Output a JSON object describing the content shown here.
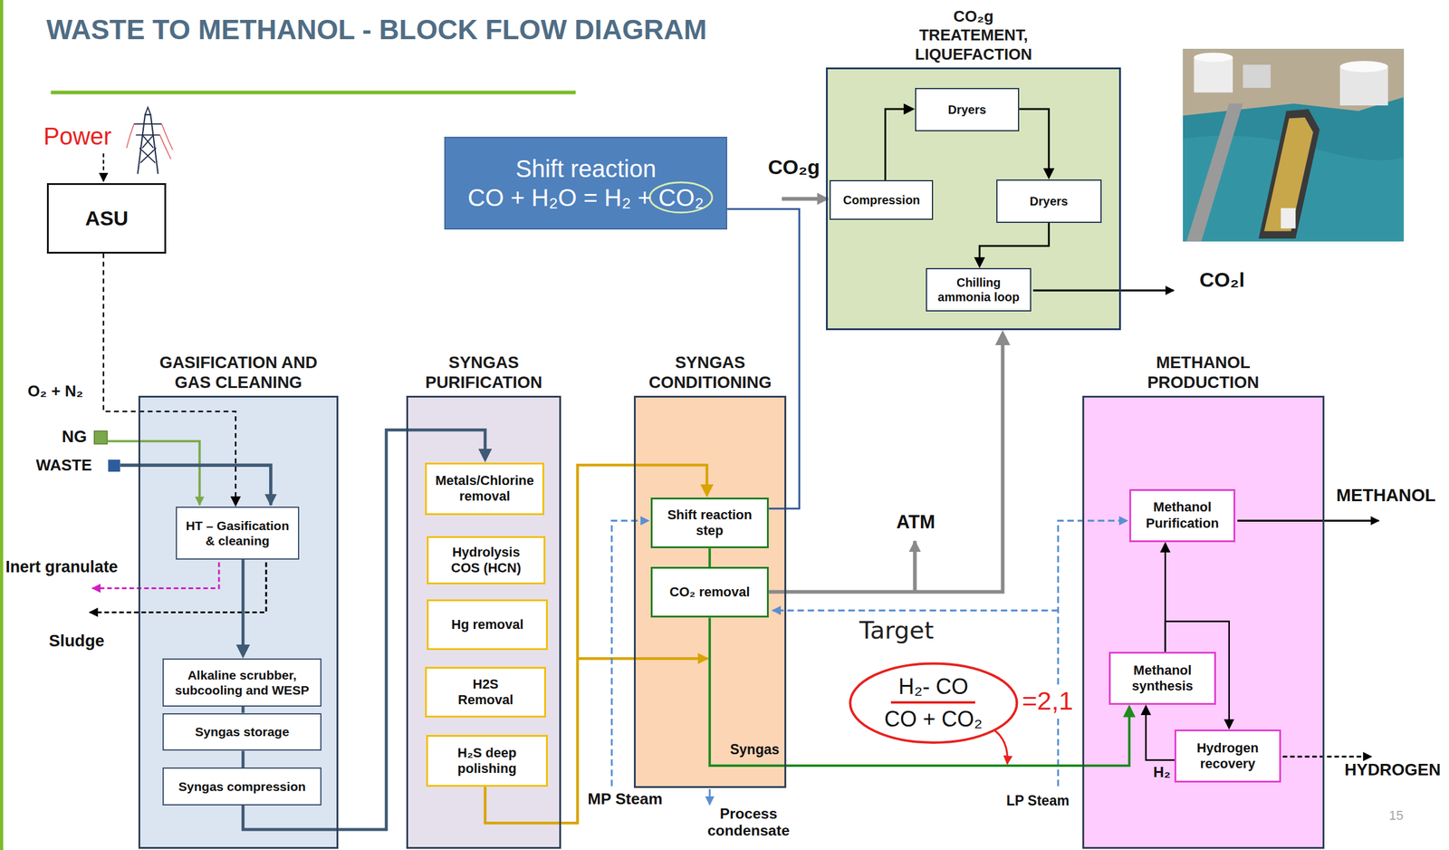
{
  "diagram": {
    "title": "WASTE TO METHANOL - BLOCK FLOW DIAGRAM",
    "nodes": [
      {
        "text": [
          "ASU"
        ]
      },
      {
        "text": [
          "Shift reaction",
          "CO + H₂O = H₂ + CO₂"
        ]
      },
      {
        "text": [
          "CO₂g TREATEMENT, LIQUEFACTION"
        ]
      },
      {
        "text": [
          "Dryers"
        ],
        "in": 2
      },
      {
        "text": [
          "Compression"
        ],
        "in": 2
      },
      {
        "text": [
          "Dryers"
        ],
        "in": 2
      },
      {
        "text": [
          "Chilling ammonia loop"
        ],
        "in": 2
      },
      {
        "text": [
          "GASIFICATION AND GAS CLEANING"
        ]
      },
      {
        "text": [
          "HT – Gasification & cleaning"
        ],
        "in": 7
      },
      {
        "text": [
          "Alkaline scrubber, subcooling and WESP"
        ],
        "in": 7
      },
      {
        "text": [
          "Syngas storage"
        ],
        "in": 7
      },
      {
        "text": [
          "Syngas compression"
        ],
        "in": 7
      },
      {
        "text": [
          "SYNGAS PURIFICATION"
        ]
      },
      {
        "text": [
          "Metals/Chlorine removal"
        ],
        "in": 12
      },
      {
        "text": [
          "Hydrolysis COS (HCN)"
        ],
        "in": 12
      },
      {
        "text": [
          "Hg removal"
        ],
        "in": 12
      },
      {
        "text": [
          "H2S Removal"
        ],
        "in": 12
      },
      {
        "text": [
          "H₂S deep polishing"
        ],
        "in": 12
      },
      {
        "text": [
          "SYNGAS CONDITIONING"
        ]
      },
      {
        "text": [
          "Shift reaction step"
        ],
        "in": 18
      },
      {
        "text": [
          "CO₂ removal"
        ],
        "in": 18
      },
      {
        "text": [
          "METHANOL PRODUCTION"
        ]
      },
      {
        "text": [
          "Methanol Purification"
        ],
        "in": 21
      },
      {
        "text": [
          "Methanol synthesis"
        ],
        "in": 21
      },
      {
        "text": [
          "Hydrogen recovery"
        ],
        "in": 21
      },
      {
        "text": [
          "H₂- CO",
          "CO + CO₂"
        ]
      }
    ],
    "edges": [
      {
        "from": 0,
        "to": 8,
        "arrow": "to"
      },
      {
        "from": 8,
        "to": 9,
        "arrow": "to"
      },
      {
        "from": 9,
        "to": 10,
        "arrow": "none"
      },
      {
        "from": 10,
        "to": 11,
        "arrow": "none"
      },
      {
        "from": 11,
        "to": 13,
        "arrow": "to"
      },
      {
        "from": 17,
        "to": 19,
        "arrow": "to"
      },
      {
        "from": 19,
        "to": 20,
        "arrow": "none"
      },
      {
        "from": 20,
        "to": 23,
        "label": "Syngas",
        "arrow": "to"
      },
      {
        "from": 19,
        "to": 1,
        "arrow": "none"
      },
      {
        "from": 20,
        "to": 2,
        "arrow": "to"
      },
      {
        "from": 4,
        "to": 3,
        "arrow": "to"
      },
      {
        "from": 3,
        "to": 5,
        "arrow": "to"
      },
      {
        "from": 5,
        "to": 6,
        "arrow": "to"
      },
      {
        "from": 23,
        "to": 22,
        "arrow": "to"
      },
      {
        "from": 23,
        "to": 24,
        "arrow": "to"
      },
      {
        "from": 24,
        "to": 23,
        "label": "H₂",
        "arrow": "to"
      }
    ],
    "labels": [
      "Power",
      "O₂ + N₂",
      "NG",
      "WASTE",
      "Inert granulate",
      "Sludge",
      "CO₂g",
      "CO₂l",
      "ATM",
      "METHANOL",
      "HYDROGEN",
      "MP Steam",
      "LP Steam",
      "Process condensate",
      "Target",
      "=2,1",
      "15"
    ]
  }
}
